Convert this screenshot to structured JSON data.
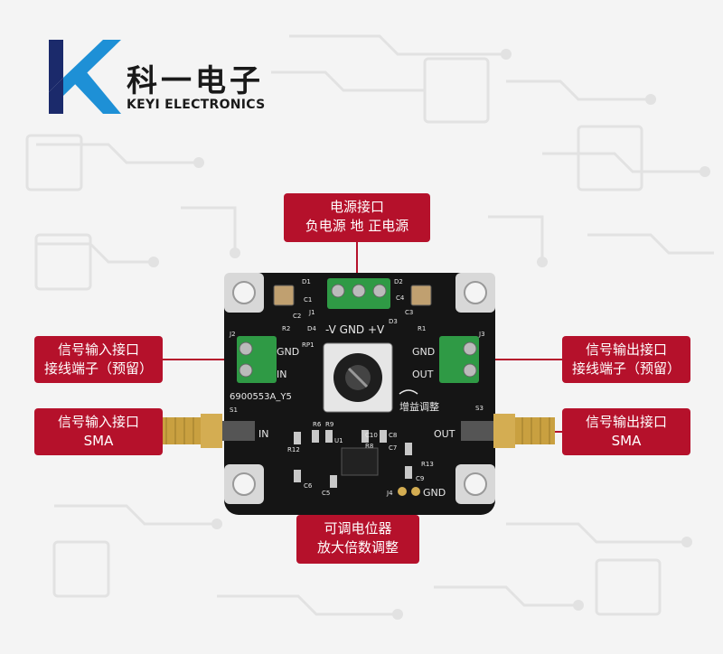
{
  "brand": {
    "name_cn": "科一电子",
    "name_en": "KEYI ELECTRONICS",
    "logo_colors": {
      "blue": "#1e90d6",
      "dark": "#1b2a6b"
    }
  },
  "callouts": {
    "power": {
      "line1": "电源接口",
      "line2": "负电源  地  正电源"
    },
    "input_terminal": {
      "line1": "信号输入接口",
      "line2": "接线端子（预留）"
    },
    "output_terminal": {
      "line1": "信号输出接口",
      "line2": "接线端子（预留）"
    },
    "input_sma": {
      "line1": "信号输入接口",
      "line2": "SMA"
    },
    "output_sma": {
      "line1": "信号输出接口",
      "line2": "SMA"
    },
    "potentiometer": {
      "line1": "可调电位器",
      "line2": "放大倍数调整"
    }
  },
  "board": {
    "model": "6900553A_Y5",
    "power_pins": "-V GND +V",
    "gain_label": "增益调整",
    "in_gnd": "GND",
    "in_in": "IN",
    "out_gnd": "GND",
    "out_out": "OUT",
    "sma_in": "IN",
    "sma_out": "OUT",
    "j4_gnd": "GND",
    "silk": {
      "d1": "D1",
      "d2": "D2",
      "d3": "D3",
      "d4": "D4",
      "c1": "C1",
      "c2": "C2",
      "c3": "C3",
      "c4": "C4",
      "r1": "R1",
      "r2": "R2",
      "rp1": "RP1",
      "j1": "J1",
      "j2": "J2",
      "j3": "J3",
      "j4": "J4",
      "s1": "S1",
      "s3": "S3",
      "u1": "U1",
      "c5": "C5",
      "c6": "C6",
      "c7": "C7",
      "c8": "C8",
      "c9": "C9",
      "c10": "C10",
      "r6": "R6",
      "r8": "R8",
      "r9": "R9",
      "r12": "R12",
      "r13": "R13"
    }
  },
  "colors": {
    "callout": "#b5112b",
    "pcb": "#151515",
    "terminal": "#2f9a45",
    "gold": "#c9a040"
  }
}
